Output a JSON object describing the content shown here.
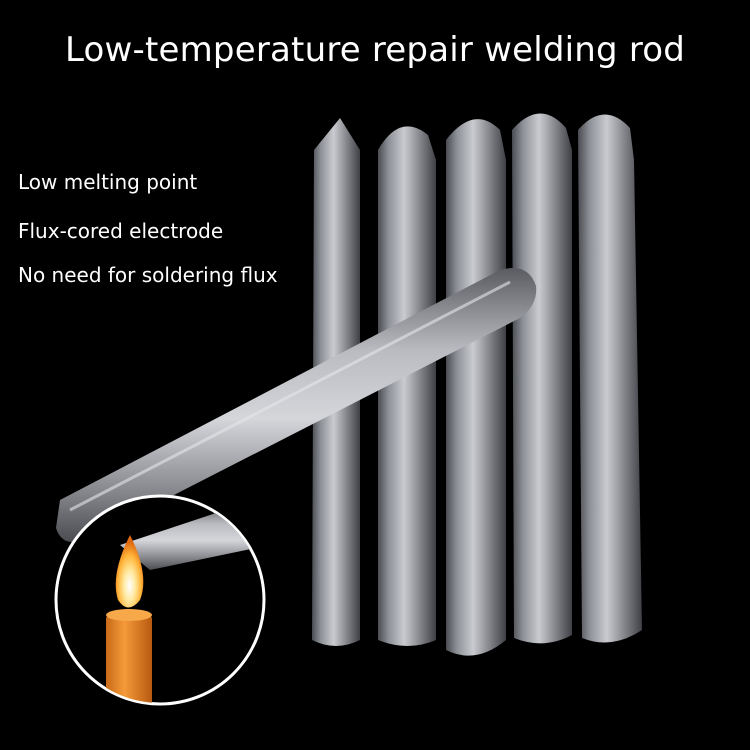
{
  "title": "Low-temperature repair welding rod",
  "features": [
    "Low melting point",
    "Flux-cored electrode",
    "No need for soldering flux"
  ],
  "colors": {
    "background": "#000000",
    "text": "#ffffff",
    "rod_metal": "#9a9ca2",
    "candle": "#e8882a",
    "flame": "#ffd36a"
  },
  "icons": [
    "welding-rod",
    "candle-flame"
  ]
}
